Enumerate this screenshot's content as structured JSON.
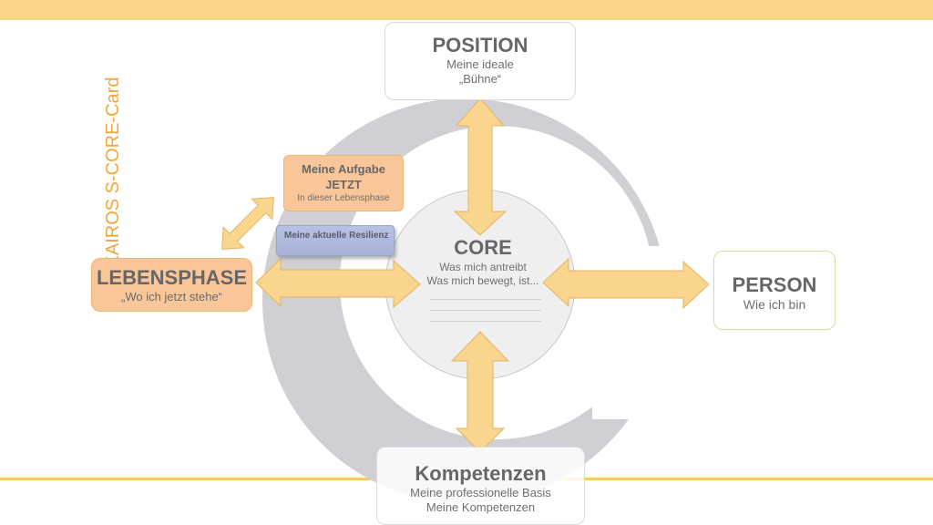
{
  "side_title": "KAIROS S-CORE-Card",
  "position": {
    "title": "POSITION",
    "line1": "Meine ideale",
    "line2": "„Bühne“"
  },
  "core": {
    "title": "CORE",
    "line1": "Was mich antreibt",
    "line2": "Was mich bewegt, ist..."
  },
  "person": {
    "title": "PERSON",
    "line1": "Wie ich bin"
  },
  "kompetenzen": {
    "title": "Kompetenzen",
    "line1": "Meine professionelle Basis",
    "line2": "Meine Kompetenzen"
  },
  "lebensphase": {
    "title": "LEBENSPHASE",
    "line1": "„Wo ich jetzt stehe“"
  },
  "aufgabe": {
    "line1": "Meine Aufgabe",
    "line2": "JETZT",
    "line3": "In dieser Lebensphase"
  },
  "resilienz": {
    "label": "Meine aktuelle Resilienz"
  },
  "colors": {
    "accent_orange": "#f0a73c",
    "arrow_fill": "#f9d58e",
    "box_orange": "#f9c699",
    "resilience_blue": "#b6c1e4",
    "person_border": "#cfe0a0",
    "crescent_grey": "#d0d0d4"
  }
}
